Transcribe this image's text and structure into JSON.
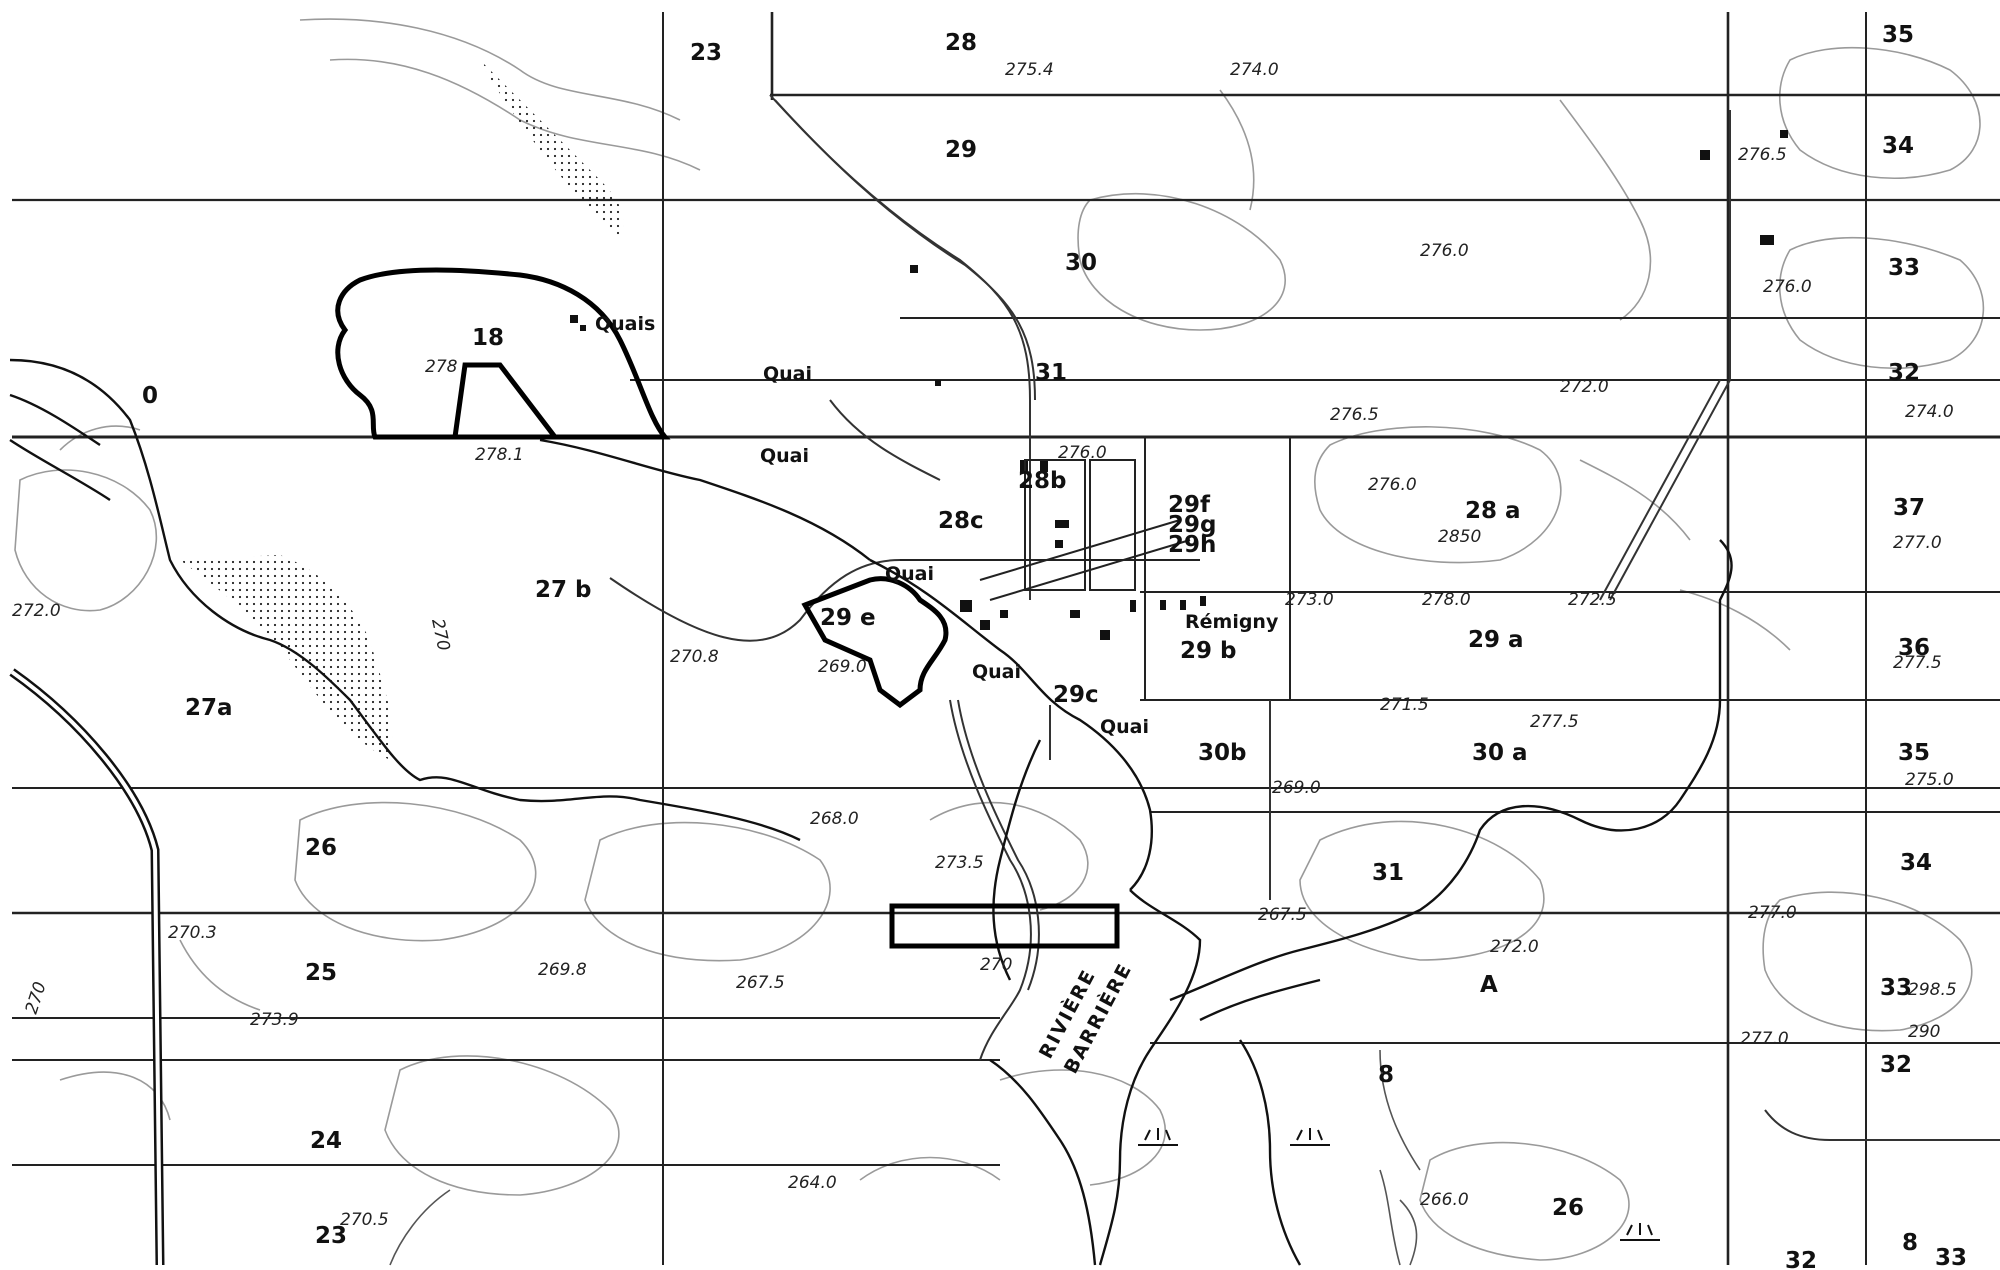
{
  "map": {
    "colors": {
      "paper": "#ffffff",
      "ink": "#111111",
      "contour": "#9a9a9a",
      "grid": "#222222"
    },
    "place_names": {
      "village": "Rémigny",
      "river_line1": "RIVIÈRE",
      "river_line2": "BARRIÈRE",
      "quais": "Quais",
      "quai_a": "Quai",
      "quai_b": "Quai",
      "quai_c": "Quai",
      "quai_d": "Quai",
      "quai_e": "Quai"
    },
    "lot_numbers": {
      "l23_top": "23",
      "l28_top": "28",
      "l29_top": "29",
      "l30": "30",
      "l31_mid": "31",
      "l18": "18",
      "l27b": "27 b",
      "l27a": "27a",
      "l26": "26",
      "l25": "25",
      "l24": "24",
      "l23_bot": "23",
      "l28b": "28b",
      "l28c": "28c",
      "l29f": "29f",
      "l29g": "29g",
      "l29h": "29h",
      "l29e": "29 e",
      "l29c": "29c",
      "l29b": "29 b",
      "l28a": "28 a",
      "l29a": "29 a",
      "l30b": "30b",
      "l30a": "30 a",
      "l31_low": "31",
      "l26_low": "26",
      "l35_top": "35",
      "l34_top": "34",
      "l33_top": "33",
      "l32_top": "32",
      "l37": "37",
      "l36": "36",
      "l35_mid": "35",
      "l34_mid": "34",
      "l33_low": "33",
      "l32_low": "32",
      "l32_bot": "32",
      "l33_bot": "33",
      "l8": "8",
      "l8b": "8",
      "lA": "A",
      "l0": "0"
    },
    "elevations": {
      "e2754": "275.4",
      "e2740": "274.0",
      "e2765": "276.5",
      "e2760a": "276.0",
      "e2760b": "276.0",
      "e2720a": "272.0",
      "e2765b": "276.5",
      "e2740b": "274.0",
      "e2760c": "276.0",
      "e2781": "278.1",
      "e2760d": "276.0",
      "e2850": "2850",
      "e2770": "277.0",
      "e2730": "273.0",
      "e2780": "278.0",
      "e2725": "272.5",
      "e2775a": "277.5",
      "e2708": "270.8",
      "e2690": "269.0",
      "e2715": "271.5",
      "e2775b": "277.5",
      "e2750": "275.0",
      "e2690b": "269.0",
      "e2680": "268.0",
      "e2735": "273.5",
      "e2675": "267.5",
      "e2770b": "277.0",
      "e2703": "270.3",
      "e2698": "269.8",
      "e2675b": "267.5",
      "e2739": "273.9",
      "e2720b": "272.0",
      "e2985": "298.5",
      "e2900": "290",
      "e2770c": "277.0",
      "e2640": "264.0",
      "e2660": "266.0",
      "e2705": "270.5",
      "e2700a": "270",
      "e2700b": "270",
      "e2700c": "270",
      "e2720c": "272.0",
      "e2780c": "278"
    }
  }
}
